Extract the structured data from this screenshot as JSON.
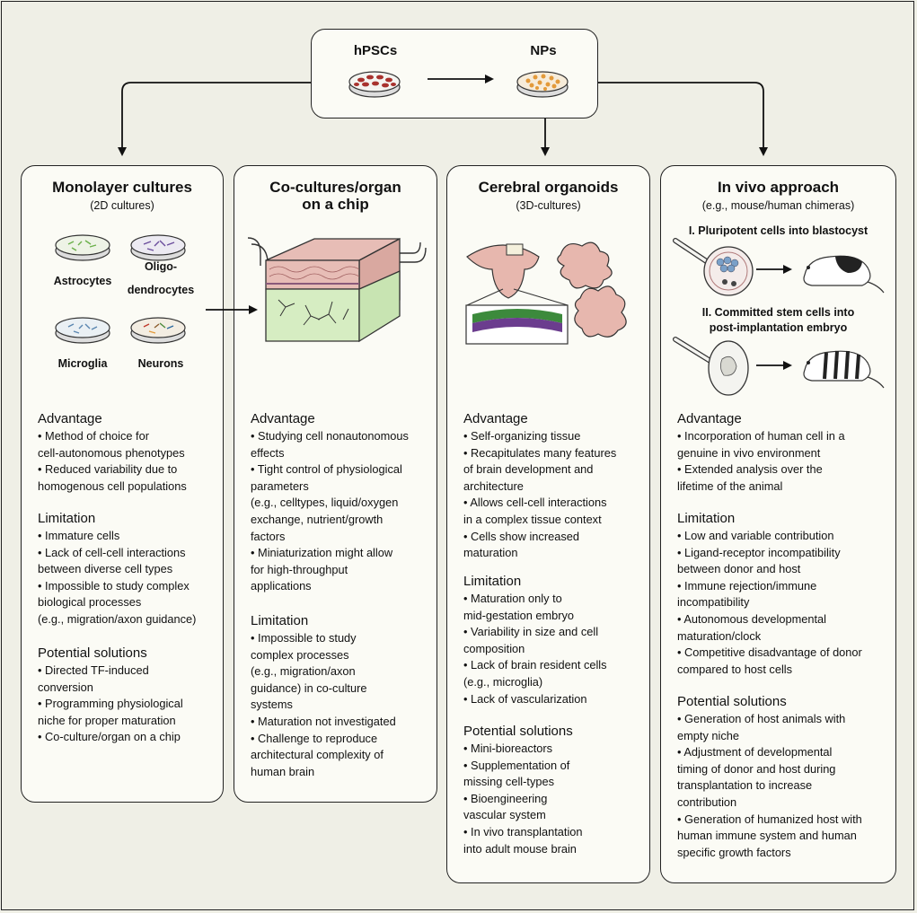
{
  "top": {
    "left_label": "hPSCs",
    "right_label": "NPs"
  },
  "col1": {
    "title": "Monolayer cultures",
    "subtitle": "(2D cultures)",
    "cells": {
      "astrocytes": "Astrocytes",
      "oligo1": "Oligo-",
      "oligo2": "dendrocytes",
      "microglia": "Microglia",
      "neurons": "Neurons"
    },
    "adv_head": "Advantage",
    "adv": [
      "• Method of choice for",
      "cell-autonomous phenotypes",
      "• Reduced variability due to",
      "homogenous cell populations"
    ],
    "lim_head": "Limitation",
    "lim": [
      "• Immature cells",
      "• Lack of cell-cell interactions",
      "between diverse cell types",
      "• Impossible to study complex",
      "biological processes",
      "(e.g., migration/axon guidance)"
    ],
    "sol_head": "Potential solutions",
    "sol": [
      "• Directed TF-induced",
      "conversion",
      "• Programming physiological",
      "niche for proper maturation",
      "• Co-culture/organ on a chip"
    ]
  },
  "col2": {
    "title1": "Co-cultures/organ",
    "title2": "on a chip",
    "adv_head": "Advantage",
    "adv": [
      "• Studying cell nonautonomous",
      "effects",
      "• Tight control of physiological",
      "parameters",
      "(e.g., celltypes, liquid/oxygen",
      "exchange, nutrient/growth",
      "factors",
      "• Miniaturization might allow",
      "for high-throughput",
      "applications"
    ],
    "lim_head": "Limitation",
    "lim": [
      "• Impossible to study",
      "complex processes",
      "(e.g., migration/axon",
      "guidance) in co-culture",
      "systems",
      "• Maturation not investigated",
      "• Challenge to reproduce",
      "architectural complexity of",
      "human brain"
    ]
  },
  "col3": {
    "title": "Cerebral organoids",
    "subtitle": "(3D-cultures)",
    "adv_head": "Advantage",
    "adv": [
      "• Self-organizing tissue",
      "• Recapitulates many features",
      "of brain development and",
      "architecture",
      "• Allows cell-cell interactions",
      "in a complex tissue context",
      "• Cells show increased",
      "maturation"
    ],
    "lim_head": "Limitation",
    "lim": [
      "• Maturation only to",
      "mid-gestation embryo",
      "• Variability in size and cell",
      "composition",
      "• Lack of brain resident cells",
      "(e.g., microglia)",
      "• Lack of vascularization"
    ],
    "sol_head": "Potential solutions",
    "sol": [
      "• Mini-bioreactors",
      "• Supplementation of",
      "missing cell-types",
      "• Bioengineering",
      "vascular system",
      "• In vivo transplantation",
      "into adult mouse brain"
    ]
  },
  "col4": {
    "title": "In vivo approach",
    "subtitle": "(e.g., mouse/human chimeras)",
    "step1": "I. Pluripotent cells into blastocyst",
    "step2a": "II. Committed stem cells into",
    "step2b": "post-implantation embryo",
    "adv_head": "Advantage",
    "adv": [
      "• Incorporation of human cell in a",
      "genuine in vivo environment",
      "• Extended analysis over the",
      "lifetime of the animal"
    ],
    "lim_head": "Limitation",
    "lim": [
      "• Low and variable contribution",
      "• Ligand-receptor incompatibility",
      "between donor and host",
      "• Immune rejection/immune",
      "incompatibility",
      "• Autonomous developmental",
      "maturation/clock",
      "• Competitive disadvantage of donor",
      "compared to host cells"
    ],
    "sol_head": "Potential solutions",
    "sol": [
      "• Generation of host animals with",
      "empty niche",
      "• Adjustment of developmental",
      "timing of donor and host during",
      "transplantation to increase",
      "contribution",
      "• Generation of humanized host with",
      "human immune system and human",
      "specific growth factors"
    ]
  },
  "colors": {
    "background": "#efefe6",
    "panel": "#fbfbf5",
    "hpsc_cells": "#a8322e",
    "np_cells": "#e39a3a",
    "chip_tissue": "#e7bdb6",
    "chip_green": "#d6edc2",
    "organoid": "#e7b7ae",
    "ventricle_green": "#3c8a3c",
    "ventricle_purple": "#6b3d8e"
  }
}
